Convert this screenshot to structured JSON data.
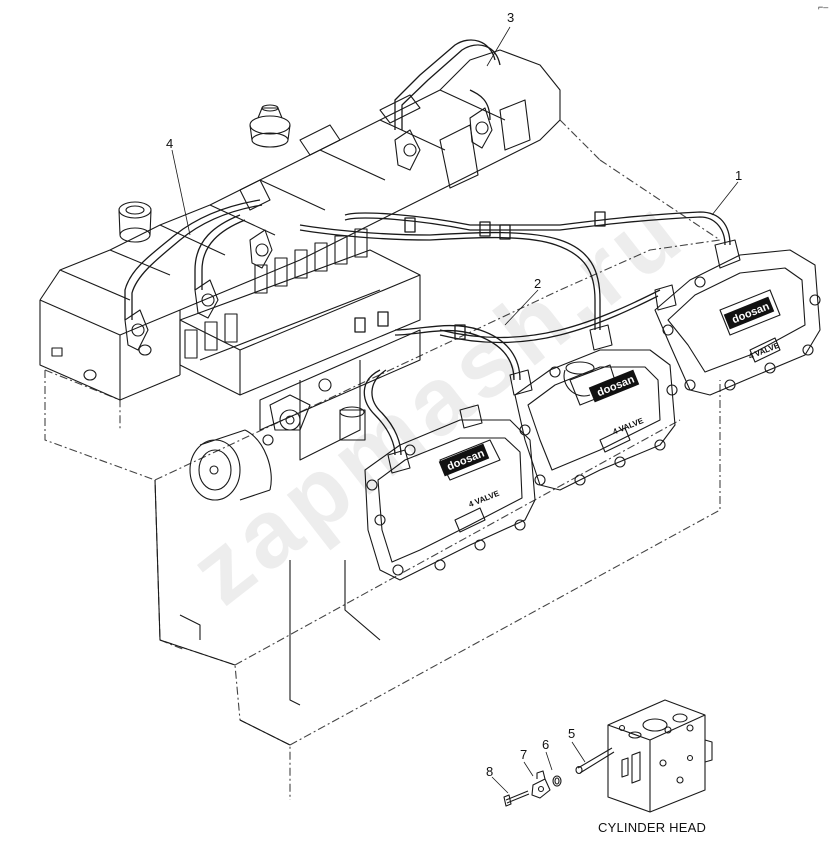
{
  "callouts": [
    "1",
    "2",
    "3",
    "4",
    "5",
    "6",
    "7",
    "8"
  ],
  "caption": "CYLINDER HEAD",
  "watermark": "zapmash.ru",
  "logo_text": "doosan",
  "valve_text": "4 VALVE",
  "corner_mark": "⌐–",
  "colors": {
    "line": "#1a1a1a",
    "hidden": "#555555",
    "background": "#ffffff"
  }
}
